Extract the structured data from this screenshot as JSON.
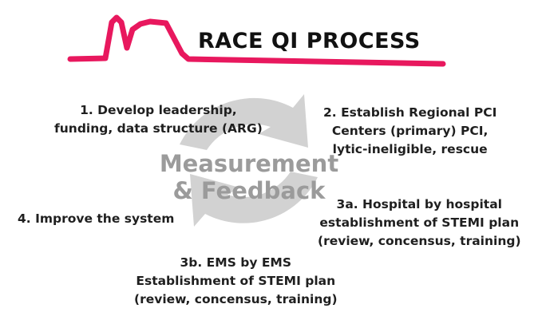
{
  "title": "RACE QI PROCESS",
  "center_label": [
    "Measurement",
    "& Feedback"
  ],
  "steps": {
    "s1": [
      "1. Develop leadership,",
      "funding, data structure (ARG)"
    ],
    "s2": [
      "2. Establish Regional PCI",
      "Centers (primary) PCI,",
      "lytic-ineligible, rescue"
    ],
    "s3a": [
      "3a. Hospital by hospital",
      "establishment of STEMI plan",
      "(review, concensus, training)"
    ],
    "s3b": [
      "3b. EMS by EMS",
      "Establishment of STEMI plan",
      "(review, concensus, training)"
    ],
    "s4": [
      "4. Improve the system"
    ]
  },
  "colors": {
    "accent": "#e8185e",
    "cycle_arrows": "#d2d2d2",
    "text": "#1f1f1f",
    "center_text": "#9b9b9b"
  },
  "icons": {
    "header_line": "heartbeat-pulse-line",
    "cycle": "refresh-cycle-arrows"
  }
}
